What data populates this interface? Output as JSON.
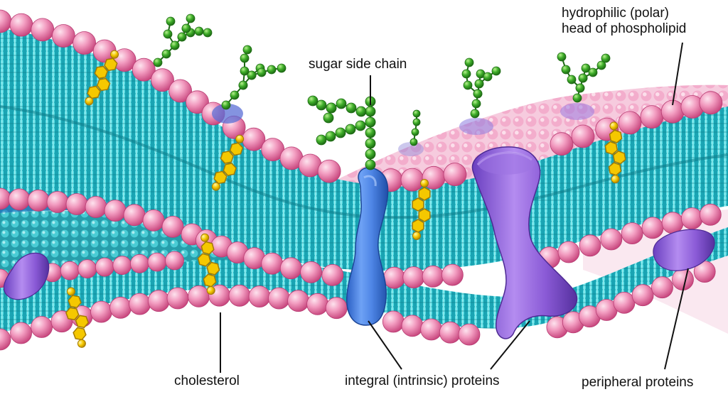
{
  "diagram": {
    "labels": {
      "sugar_side_chain": "sugar side chain",
      "hydrophilic_head_line1": "hydrophilic (polar)",
      "hydrophilic_head_line2": "head of phospholipid",
      "cholesterol": "cholesterol",
      "integral_proteins": "integral (intrinsic) proteins",
      "peripheral_proteins": "peripheral proteins"
    },
    "colors": {
      "phospholipid_head": "#ee7fae",
      "head_highlight": "#fbd3e4",
      "fatty_acid_tail": "#2ec4cf",
      "tail_dark": "#168e99",
      "cholesterol": "#f5c800",
      "sugar_chain": "#3fae2a",
      "integral_protein_blue": "#4f86e6",
      "integral_protein_purple": "#8a5ad6",
      "peripheral_protein": "#8e5fd8",
      "background": "#ffffff"
    }
  }
}
